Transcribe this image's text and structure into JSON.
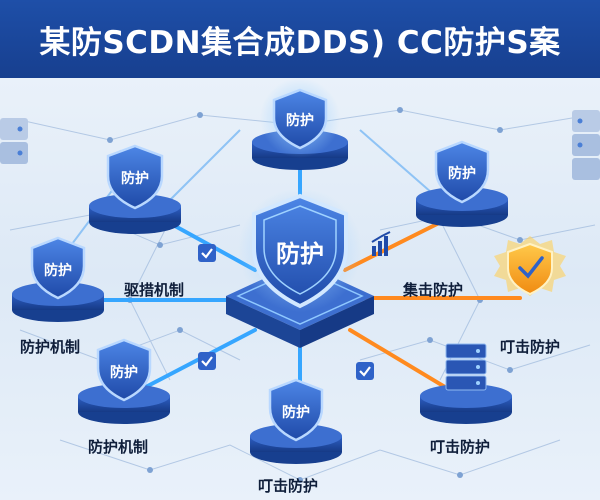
{
  "title": "某防SCDN集合成DDS) CC防护S案",
  "center": {
    "shield_text": "防护"
  },
  "nodes": [
    {
      "id": "top",
      "shield_text": "防护"
    },
    {
      "id": "upper-left",
      "shield_text": "防护"
    },
    {
      "id": "upper-right",
      "shield_text": "防护"
    },
    {
      "id": "mid-left",
      "shield_text": "防护"
    },
    {
      "id": "lower-left",
      "shield_text": "防护"
    },
    {
      "id": "bottom",
      "shield_text": "防护"
    }
  ],
  "labels": {
    "center_left": "驱措机制",
    "center_right": "集击防护",
    "left_node": "防护机制",
    "right_node": "叮击防护",
    "lower_left_node": "防护机制",
    "lower_right_node": "叮击防护",
    "bottom_node": "叮击防护"
  },
  "colors": {
    "banner": "#1e4fa8",
    "shield_blue": "#2f62c8",
    "link_blue": "#36a6ff",
    "link_orange": "#ff8a1f",
    "warning_gold": "#f4a81b"
  },
  "icons": [
    "shield-icon",
    "check-icon",
    "server-stack-icon",
    "bar-chart-icon",
    "warning-shield-icon"
  ]
}
